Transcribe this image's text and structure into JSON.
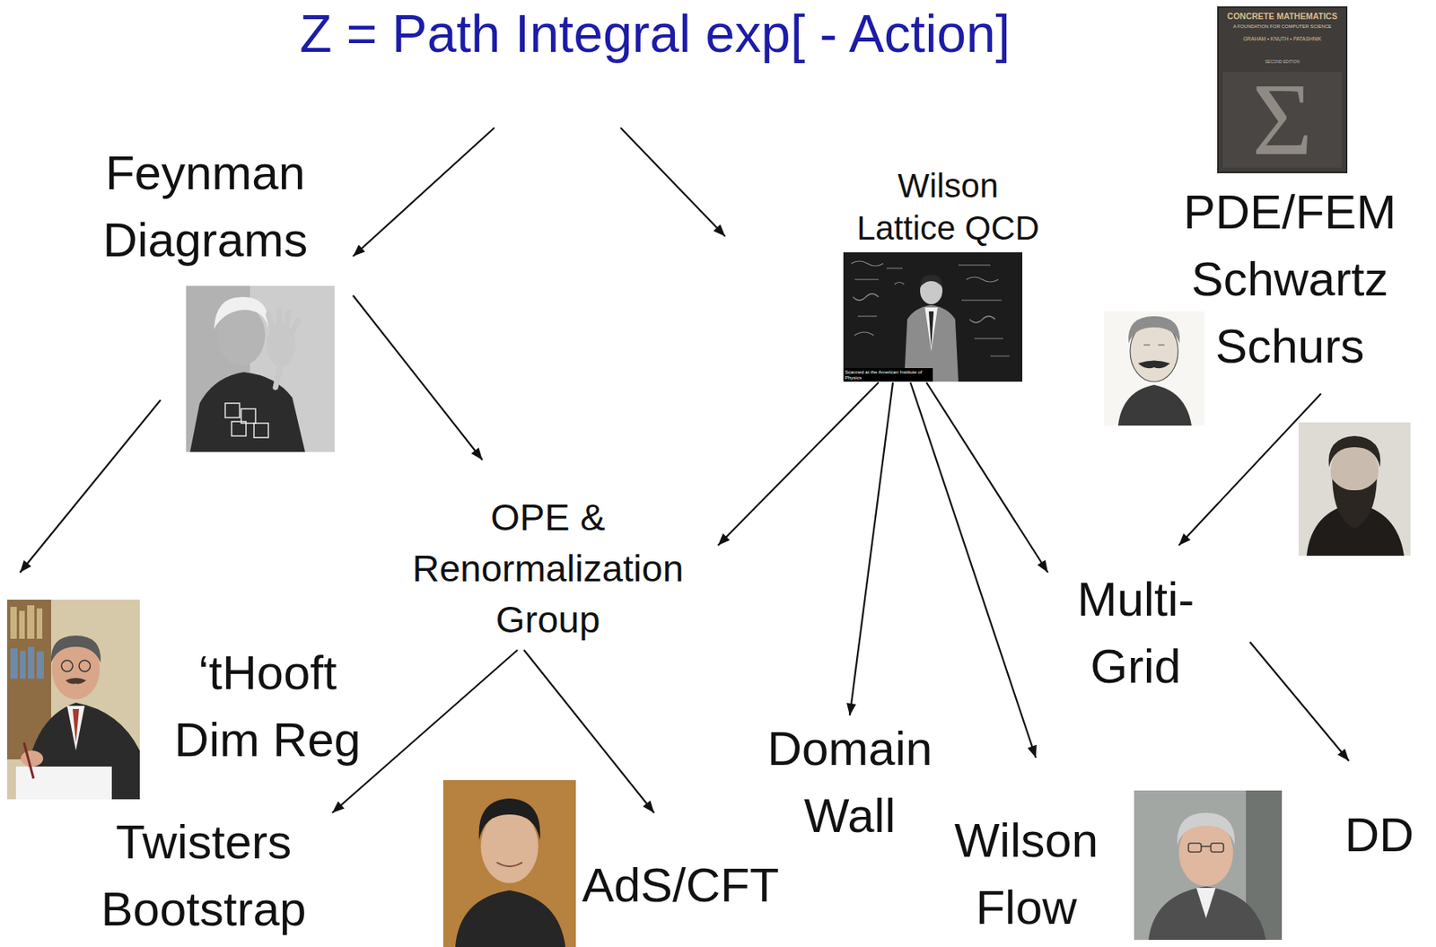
{
  "diagram": {
    "nodes": [
      {
        "text": [
          "Z = Path Integral exp[ - Action]"
        ]
      },
      {
        "text": [
          "Feynman Diagrams"
        ]
      },
      {
        "text": [
          "Wilson Lattice QCD"
        ]
      },
      {
        "text": [
          "PDE/FEM Schwartz Schurs"
        ]
      },
      {
        "text": [
          "OPE & Renormalization Group"
        ]
      },
      {
        "text": [
          "Multi- Grid"
        ]
      },
      {
        "text": [
          "‘tHooft Dim Reg"
        ]
      },
      {
        "text": [
          "Domain Wall"
        ]
      },
      {
        "text": [
          "Wilson Flow"
        ]
      },
      {
        "text": [
          "DD"
        ]
      },
      {
        "text": [
          "Twisters Bootstrap"
        ]
      },
      {
        "text": [
          "AdS/CFT"
        ]
      }
    ],
    "edges": [
      {
        "from": 0,
        "to": 1,
        "arrow": "to"
      },
      {
        "from": 0,
        "to": 2,
        "arrow": "to"
      },
      {
        "from": 1,
        "to": 6,
        "arrow": "to"
      },
      {
        "from": 1,
        "to": 4,
        "arrow": "to"
      },
      {
        "from": 2,
        "to": 4,
        "arrow": "to"
      },
      {
        "from": 2,
        "to": 7,
        "arrow": "to"
      },
      {
        "from": 2,
        "to": 8,
        "arrow": "to"
      },
      {
        "from": 2,
        "to": 5,
        "arrow": "to"
      },
      {
        "from": 3,
        "to": 5,
        "arrow": "to"
      },
      {
        "from": 4,
        "to": 10,
        "arrow": "to"
      },
      {
        "from": 4,
        "to": 11,
        "arrow": "to"
      },
      {
        "from": 5,
        "to": 9,
        "arrow": "to"
      }
    ],
    "labels": [
      "CONCRETE MATHEMATICS",
      "A FOUNDATION FOR COMPUTER SCIENCE",
      "GRAHAM • KNUTH • PATASHNIK",
      "SECOND EDITION",
      "Σ",
      "Scanned at the American Institute of Physics"
    ]
  }
}
